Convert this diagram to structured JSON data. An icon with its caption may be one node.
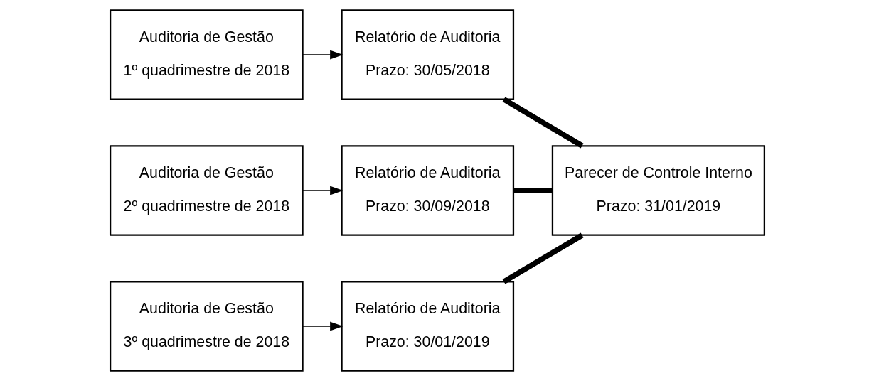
{
  "diagram": {
    "nodes": [
      {
        "text": [
          "Auditoria de Gestão",
          "1º quadrimestre de 2018"
        ]
      },
      {
        "text": [
          "Relatório de Auditoria",
          "Prazo: 30/05/2018"
        ]
      },
      {
        "text": [
          "Auditoria de Gestão",
          "2º quadrimestre de 2018"
        ]
      },
      {
        "text": [
          "Relatório de Auditoria",
          "Prazo: 30/09/2018"
        ]
      },
      {
        "text": [
          "Auditoria de Gestão",
          "3º quadrimestre de 2018"
        ]
      },
      {
        "text": [
          "Relatório de Auditoria",
          "Prazo: 30/01/2019"
        ]
      },
      {
        "text": [
          "Parecer de Controle Interno",
          "Prazo: 31/01/2019"
        ]
      }
    ],
    "edges": [
      {
        "from": 0,
        "to": 1,
        "arrow": "to"
      },
      {
        "from": 2,
        "to": 3,
        "arrow": "to"
      },
      {
        "from": 4,
        "to": 5,
        "arrow": "to"
      },
      {
        "from": 1,
        "to": 6,
        "arrow": "none",
        "style": "thick"
      },
      {
        "from": 3,
        "to": 6,
        "arrow": "none",
        "style": "thick"
      },
      {
        "from": 5,
        "to": 6,
        "arrow": "none",
        "style": "thick"
      }
    ]
  }
}
